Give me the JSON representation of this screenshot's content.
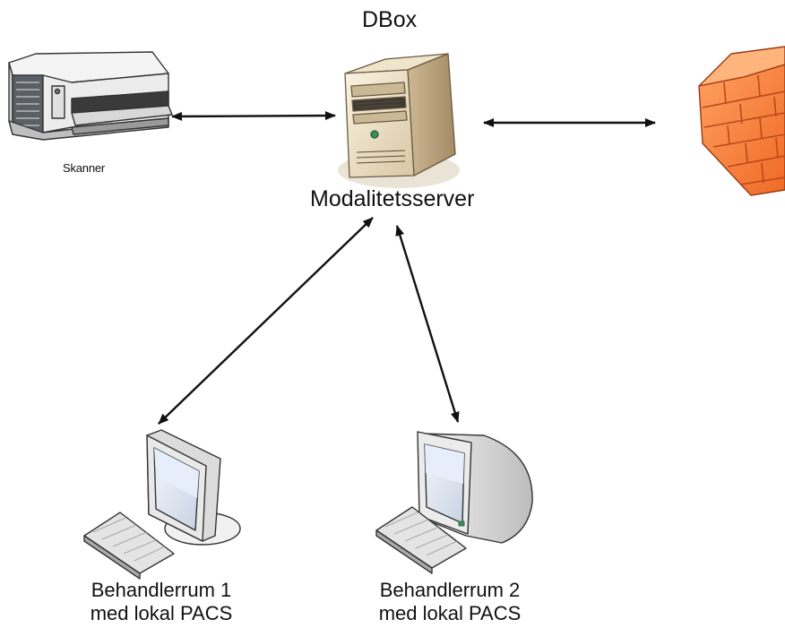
{
  "nodes": {
    "dbox": {
      "title": "DBox",
      "caption": "Modalitetsserver",
      "icon": "server-tower-icon"
    },
    "scanner": {
      "label": "Skanner",
      "icon": "scanner-printer-icon"
    },
    "firewall": {
      "icon": "firewall-brick-wall-icon",
      "color": "#f47a3c"
    },
    "room1": {
      "line1": "Behandlerrum 1",
      "line2": "med lokal PACS",
      "icon": "workstation-flat-monitor-icon"
    },
    "room2": {
      "line1": "Behandlerrum 2",
      "line2": "med lokal PACS",
      "icon": "workstation-crt-monitor-icon"
    }
  },
  "connections": [
    {
      "from": "scanner",
      "to": "dbox",
      "bidirectional": true
    },
    {
      "from": "dbox",
      "to": "firewall",
      "bidirectional": true
    },
    {
      "from": "dbox",
      "to": "room1",
      "bidirectional": true
    },
    {
      "from": "dbox",
      "to": "room2",
      "bidirectional": true
    }
  ]
}
